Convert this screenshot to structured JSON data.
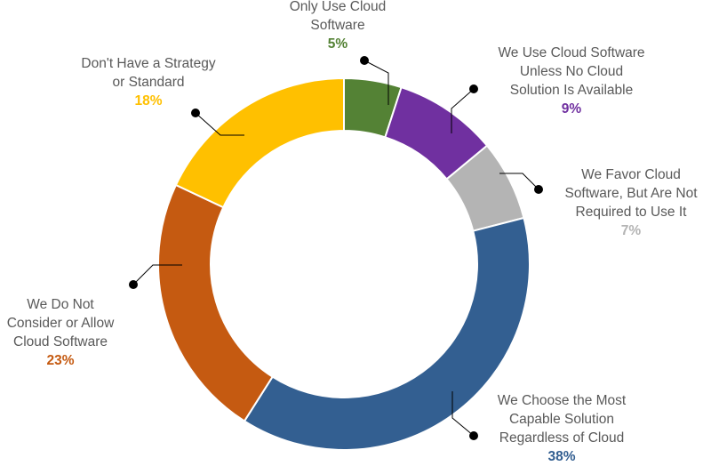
{
  "chart_data": {
    "type": "pie",
    "donut": true,
    "title": "",
    "slices": [
      {
        "label": "Only Use Cloud Software",
        "lines": [
          "Only Use Cloud",
          "Software"
        ],
        "value": 5,
        "pct_label": "5%",
        "color": "#548235"
      },
      {
        "label": "We Use Cloud Software Unless No Cloud Solution Is Available",
        "lines": [
          "We Use Cloud Software",
          "Unless No Cloud",
          "Solution  Is Available"
        ],
        "value": 9,
        "pct_label": "9%",
        "color": "#7030A0"
      },
      {
        "label": "We Favor Cloud Software, But Are Not Required to Use It",
        "lines": [
          "We Favor Cloud",
          "Software, But Are Not",
          "Required to Use It"
        ],
        "value": 7,
        "pct_label": "7%",
        "color": "#B4B4B4"
      },
      {
        "label": "We Choose the Most Capable Solution Regardless of Cloud",
        "lines": [
          "We Choose the Most",
          "Capable Solution",
          "Regardless of Cloud"
        ],
        "value": 38,
        "pct_label": "38%",
        "color": "#335F91"
      },
      {
        "label": "We Do Not Consider or Allow Cloud Software",
        "lines": [
          "We Do Not",
          "Consider or Allow",
          "Cloud Software"
        ],
        "value": 23,
        "pct_label": "23%",
        "color": "#C55A11"
      },
      {
        "label": "Don't Have a Strategy or Standard",
        "lines": [
          "Don't Have a Strategy",
          "or Standard"
        ],
        "value": 18,
        "pct_label": "18%",
        "color": "#FFC000"
      }
    ]
  }
}
